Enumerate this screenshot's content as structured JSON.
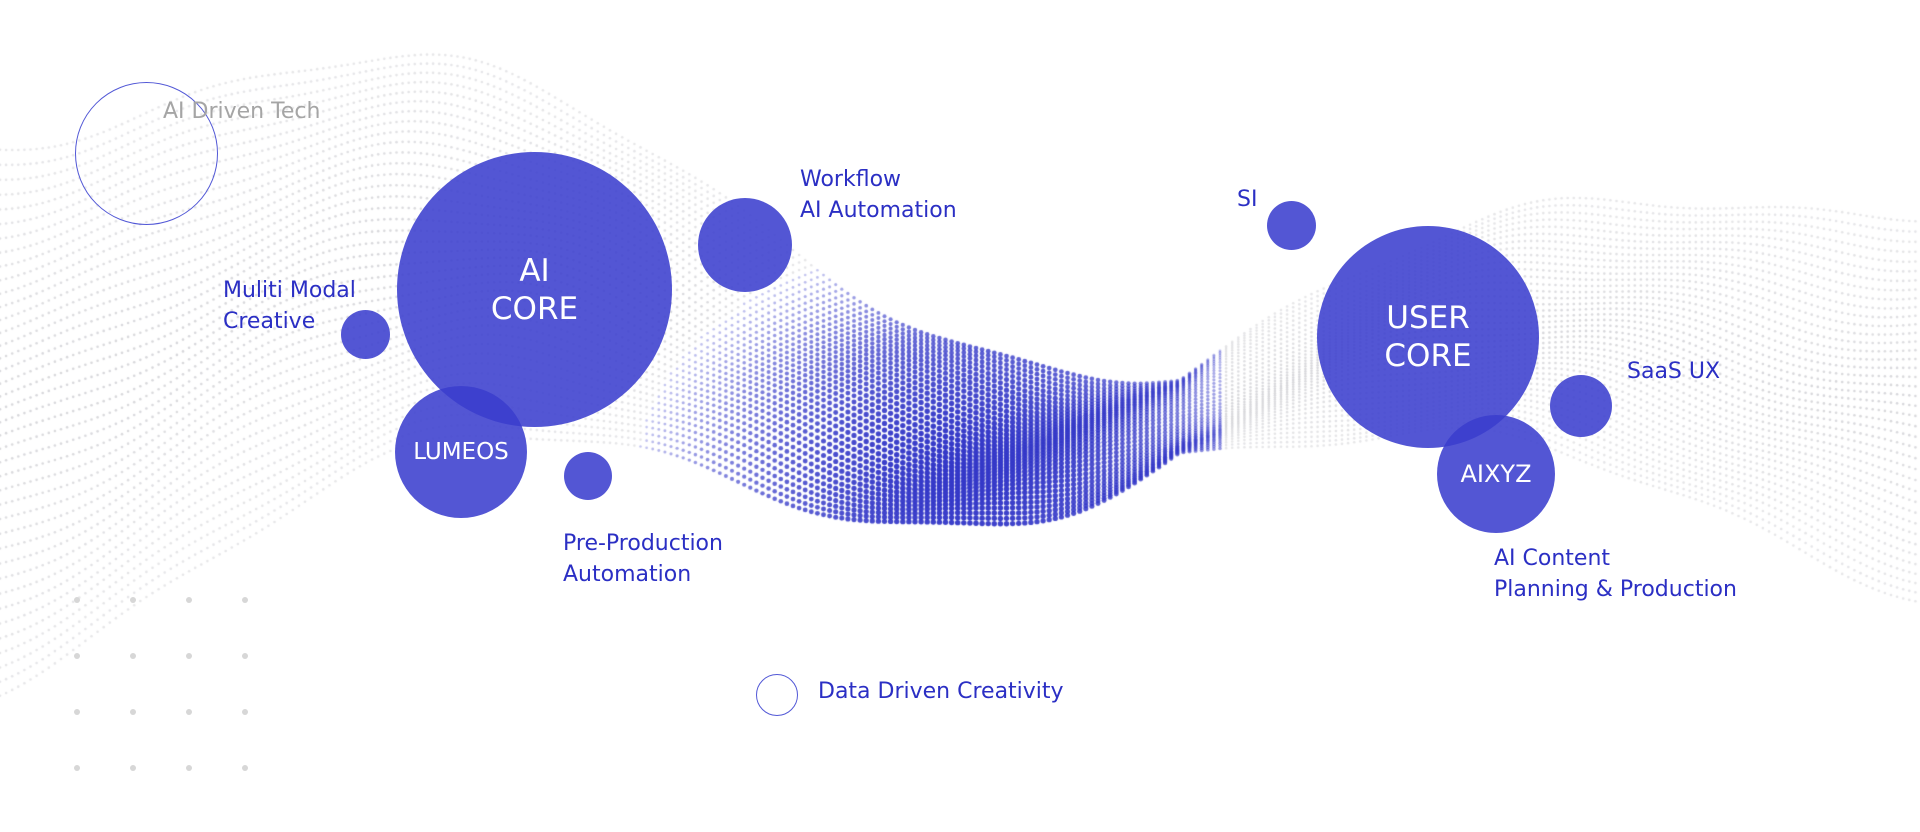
{
  "colors": {
    "accent": "#3b3fce",
    "label_text": "#2b2fc4",
    "muted_text": "#a5a5a5",
    "wave_gray": "#d2d2d6",
    "wave_blue": "#3438c8"
  },
  "nodes": {
    "ai_core": "AI\nCORE",
    "lumeos": "LUMEOS",
    "user_core": "USER\nCORE",
    "aixyz": "AIXYZ"
  },
  "labels": {
    "ai_driven_tech": "AI Driven Tech",
    "multi_modal_creative": "Muliti Modal\nCreative",
    "workflow_ai_automation": "Workflow\nAI Automation",
    "pre_production_automation": "Pre-Production\nAutomation",
    "data_driven_creativity": "Data Driven Creativity",
    "si": "SI",
    "saas_ux": "SaaS UX",
    "ai_content_planning": "AI Content\nPlanning & Production"
  }
}
